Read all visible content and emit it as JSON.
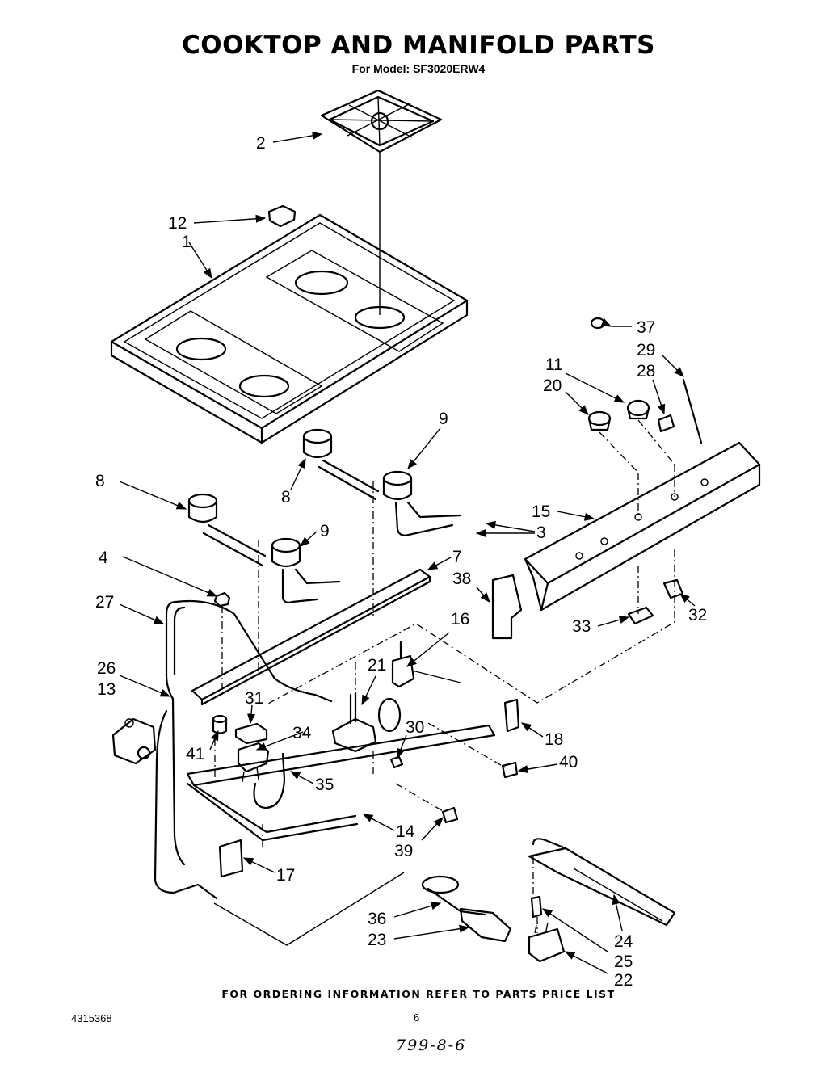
{
  "header": {
    "title": "COOKTOP AND MANIFOLD PARTS",
    "subtitle": "For Model: SF3020ERW4"
  },
  "labels": {
    "l1": "1",
    "l2": "2",
    "l3": "3",
    "l4": "4",
    "l7": "7",
    "l8a": "8",
    "l8b": "8",
    "l9a": "9",
    "l9b": "9",
    "l11": "11",
    "l12": "12",
    "l13": "13",
    "l14": "14",
    "l15": "15",
    "l16": "16",
    "l17": "17",
    "l18": "18",
    "l20": "20",
    "l21": "21",
    "l22": "22",
    "l23": "23",
    "l24": "24",
    "l25": "25",
    "l26": "26",
    "l27": "27",
    "l28": "28",
    "l29": "29",
    "l30": "30",
    "l31": "31",
    "l32": "32",
    "l33": "33",
    "l34": "34",
    "l35": "35",
    "l36": "36",
    "l37": "37",
    "l38": "38",
    "l39": "39",
    "l40": "40",
    "l41": "41"
  },
  "footer": {
    "ordering": "FOR ORDERING INFORMATION REFER TO PARTS PRICE LIST",
    "doc_number": "4315368",
    "page": "6",
    "handwritten": "799-8-6"
  }
}
